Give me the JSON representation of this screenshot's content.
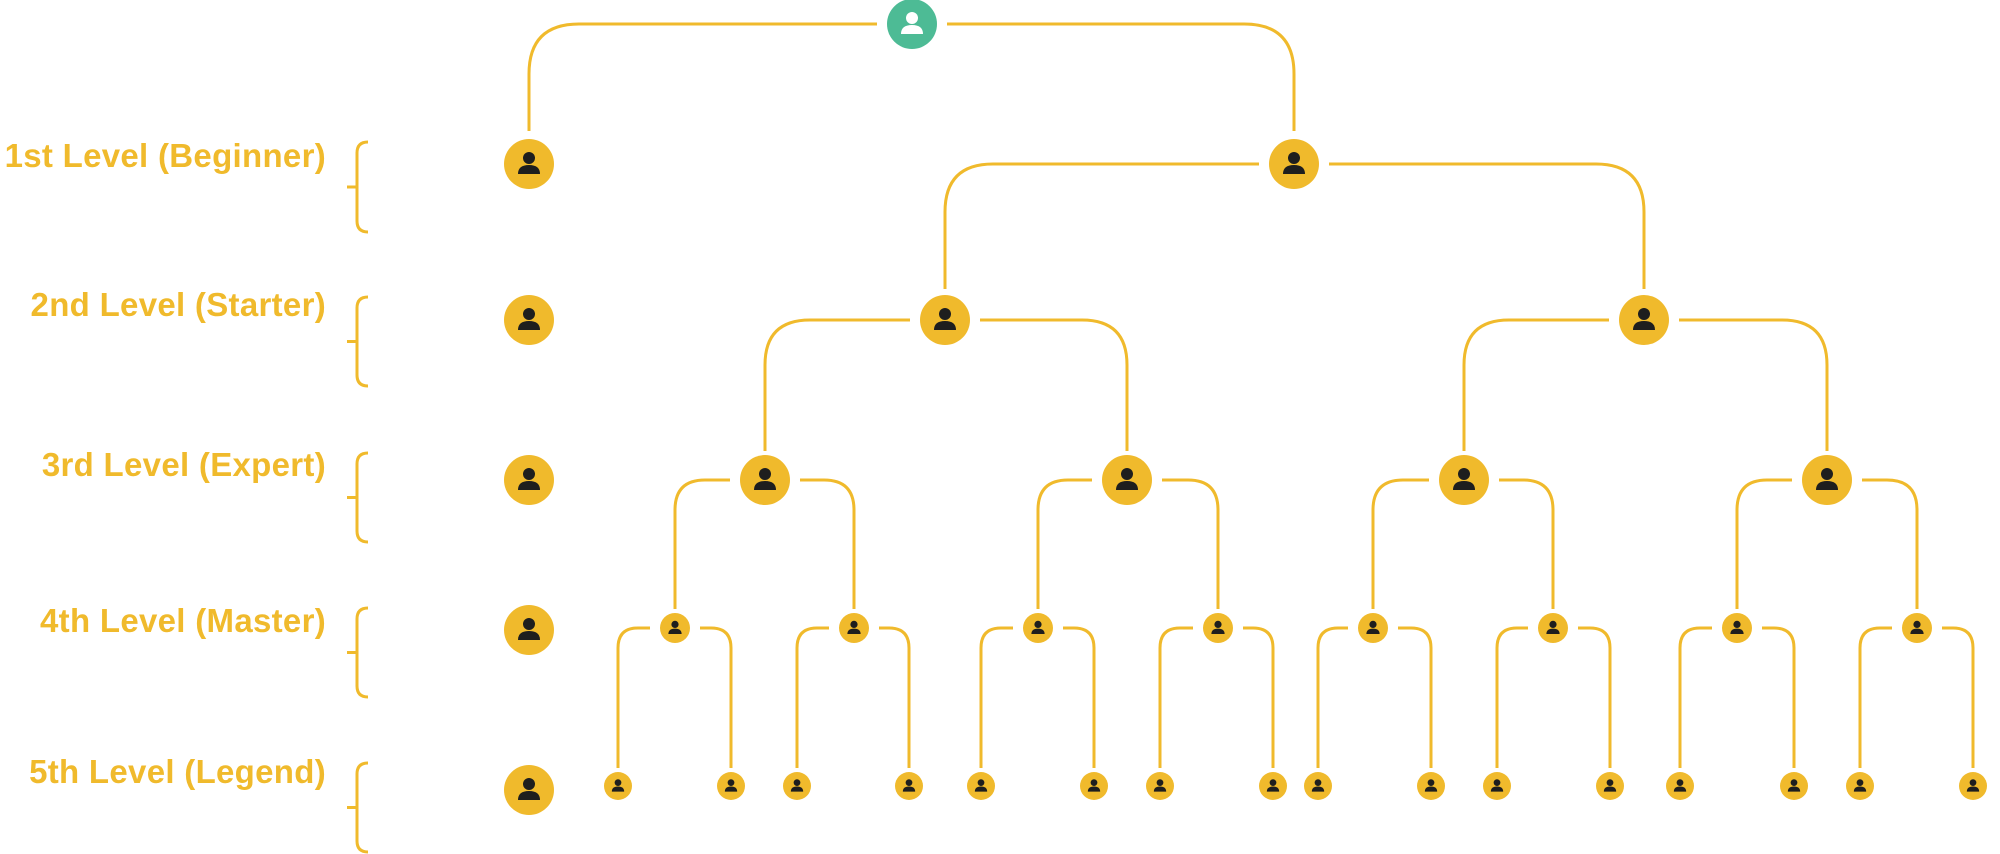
{
  "colors": {
    "accent": "#F0BA2C",
    "root": "#4DBB95",
    "person_dark": "#1E1E1E",
    "person_light": "#FFFFFF",
    "label": "#F0BA2C"
  },
  "diagram": {
    "root_icon": "person-icon",
    "node_icon": "person-icon",
    "levels": [
      {
        "label": "1st Level (Beginner)"
      },
      {
        "label": "2nd Level (Starter)"
      },
      {
        "label": "3rd Level (Expert)"
      },
      {
        "label": "4th Level (Master)"
      },
      {
        "label": "5th Level (Legend)"
      }
    ]
  }
}
